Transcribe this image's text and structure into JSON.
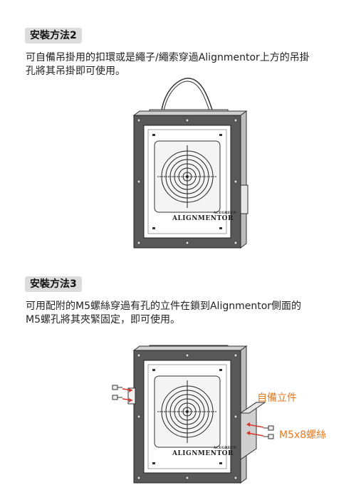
{
  "section2": {
    "badge": "安裝方法2",
    "line1": "可自備吊掛用的扣環或是繩子/繩索穿過Alignmentor上方的吊掛",
    "line2": "孔將其吊掛即可使用。"
  },
  "section3": {
    "badge": "安裝方法3",
    "line1": "可用配附的M5螺絲穿過有孔的立件在鎖到Alignmentor側面的",
    "line2": "M5螺孔將其夾緊固定，即可使用。"
  },
  "device": {
    "brand_top": "ACEGREEN",
    "brand_main": "ALIGNMENTOR"
  },
  "callouts": {
    "stand": "自備立件",
    "screw": "M5x8螺絲"
  },
  "colors": {
    "callout": "#e87a1e",
    "arrow": "#d9342b",
    "frame": "#4a4a4a"
  }
}
